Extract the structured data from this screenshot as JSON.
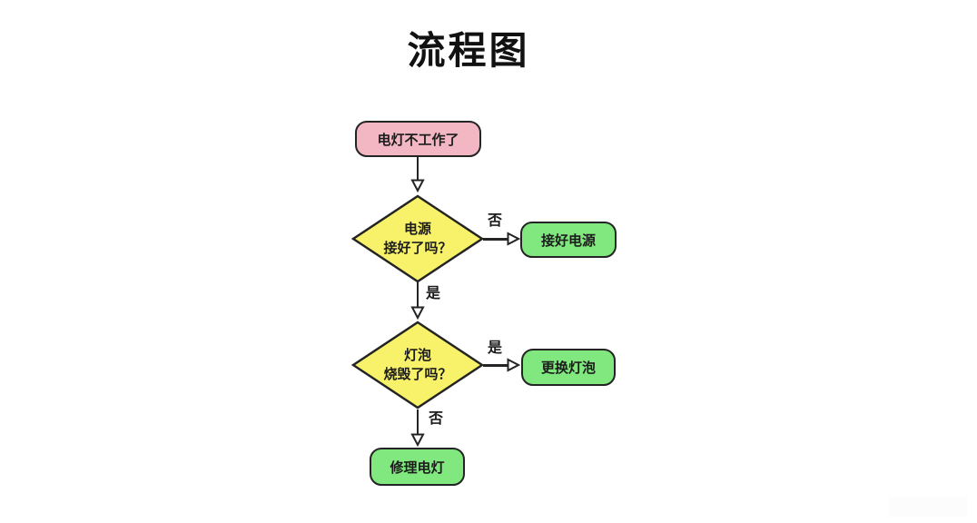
{
  "page": {
    "title": "流程图"
  },
  "nodes": {
    "start": "电灯不工作了",
    "decision_power_line1": "电源",
    "decision_power_line2": "接好了吗？",
    "action_connect": "接好电源",
    "decision_bulb_line1": "灯泡",
    "decision_bulb_line2": "烧毁了吗？",
    "action_replace": "更换灯泡",
    "action_repair": "修理电灯"
  },
  "edge_labels": {
    "power_no": "否",
    "power_yes": "是",
    "bulb_yes": "是",
    "bulb_no": "否"
  },
  "colors": {
    "start_fill": "#f2b7c3",
    "decision_fill": "#f7f269",
    "action_fill": "#80e87e",
    "outline": "#242424"
  }
}
